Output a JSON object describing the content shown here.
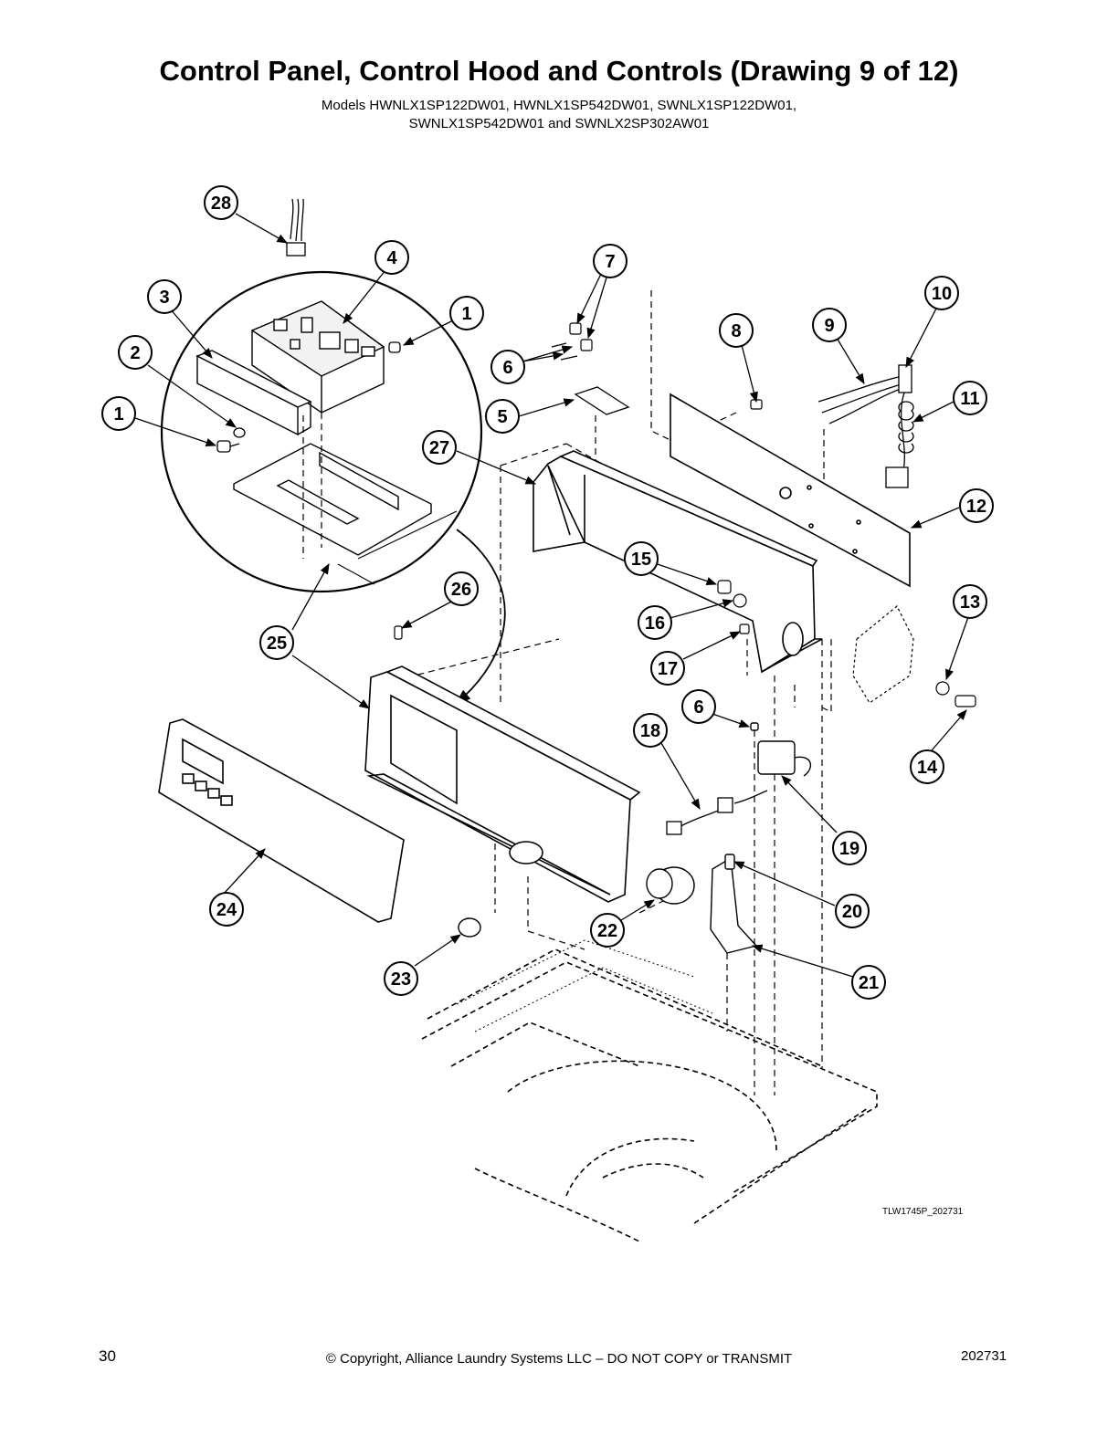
{
  "header": {
    "title": "Control Panel, Control Hood and Controls (Drawing 9 of 12)",
    "models_line1": "Models HWNLX1SP122DW01, HWNLX1SP542DW01, SWNLX1SP122DW01,",
    "models_line2": "SWNLX1SP542DW01 and SWNLX2SP302AW01"
  },
  "drawing": {
    "drawing_code": "TLW1745P_202731",
    "callouts": [
      "28",
      "4",
      "3",
      "1",
      "2",
      "1",
      "7",
      "6",
      "5",
      "8",
      "9",
      "10",
      "11",
      "27",
      "12",
      "15",
      "16",
      "17",
      "13",
      "14",
      "26",
      "25",
      "6",
      "18",
      "19",
      "24",
      "20",
      "22",
      "21",
      "23"
    ]
  },
  "footer": {
    "page_number": "30",
    "copyright": "© Copyright, Alliance Laundry Systems LLC – DO NOT COPY or TRANSMIT",
    "doc_code": "202731"
  }
}
